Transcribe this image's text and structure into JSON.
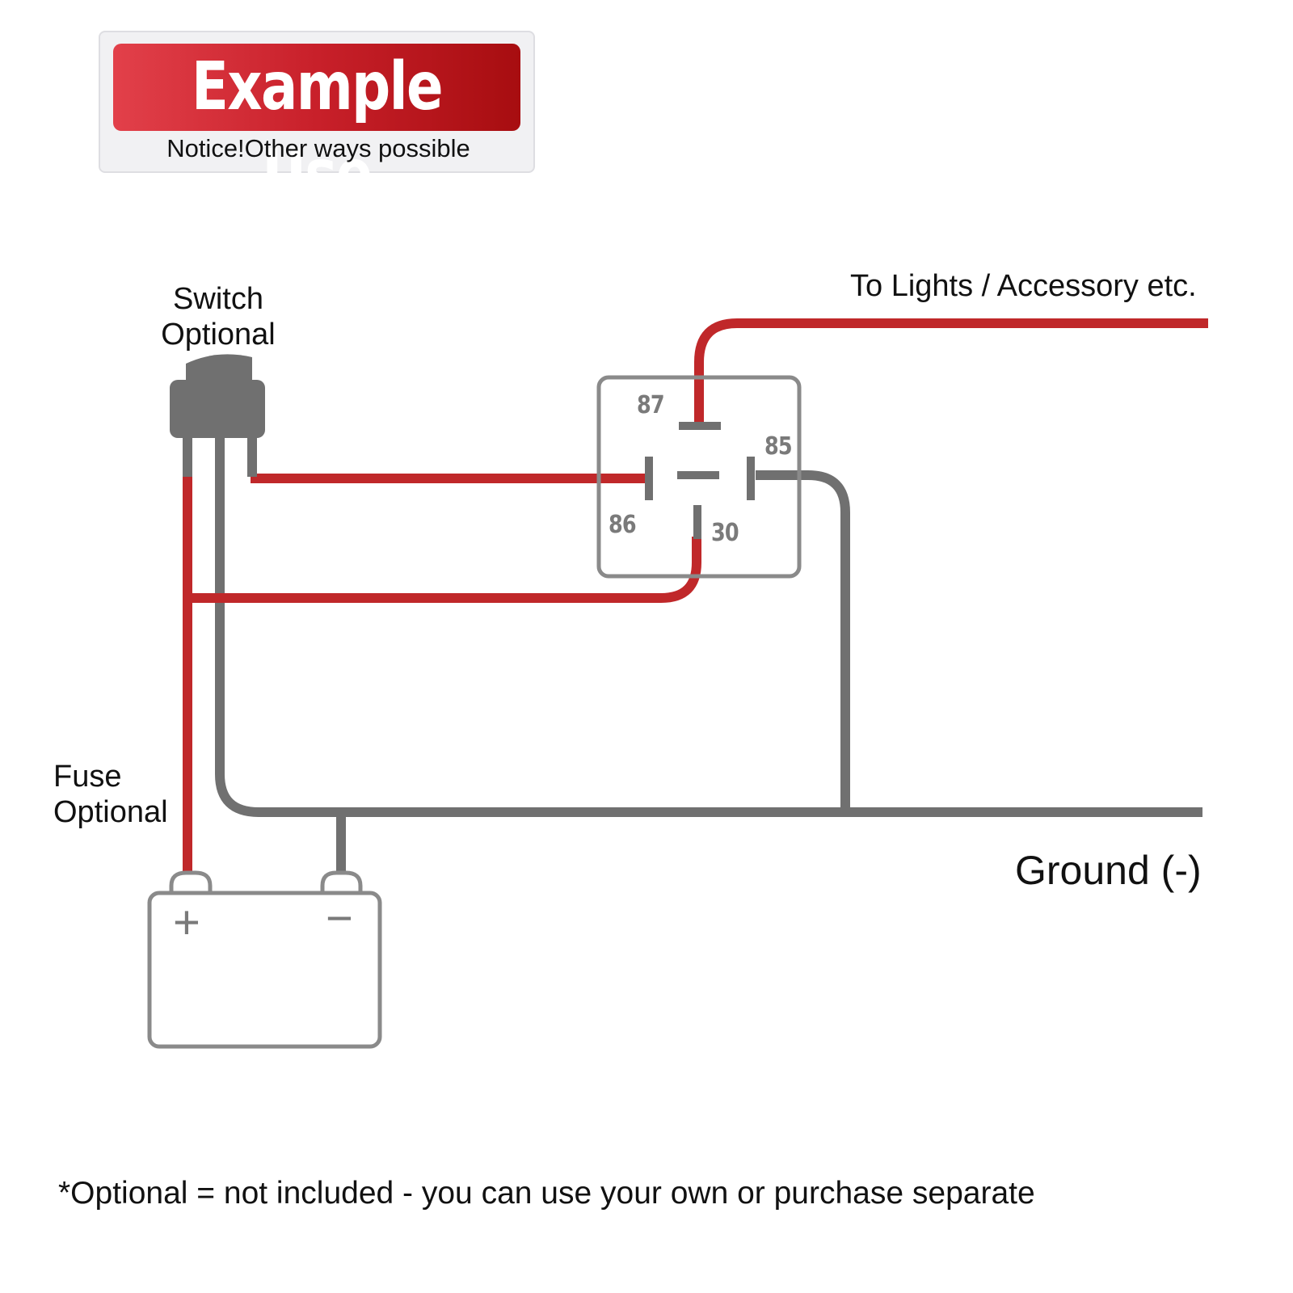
{
  "banner": {
    "title": "Example Use",
    "subtitle": "Notice!Other ways possible"
  },
  "labels": {
    "switch_line1": "Switch",
    "switch_line2": "Optional",
    "fuse_line1": "Fuse",
    "fuse_line2": "Optional",
    "lights": "To Lights / Accessory etc.",
    "ground": "Ground (-)",
    "battery_plus": "+",
    "battery_minus": "−",
    "footnote": "*Optional = not included - you can use your own or purchase separate"
  },
  "relay": {
    "pin_87": "87",
    "pin_85": "85",
    "pin_86": "86",
    "pin_30": "30"
  },
  "colors": {
    "power_wire": "#c0282a",
    "ground_wire": "#707070",
    "outline": "#8a8a8a",
    "banner_red": "#c8202a"
  },
  "icons": {
    "switch": "rocker-switch-icon",
    "relay": "relay-icon",
    "battery": "battery-icon"
  }
}
